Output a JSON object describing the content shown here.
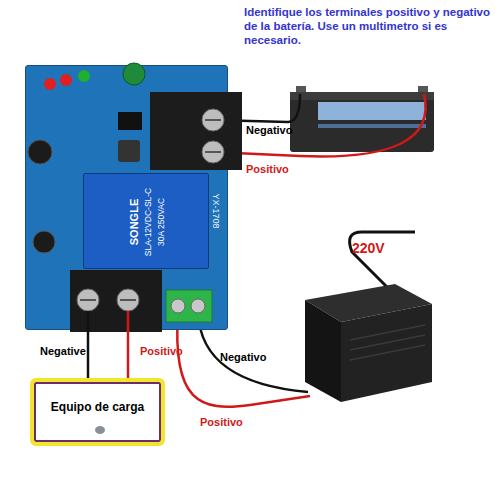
{
  "diagram": {
    "nodes": [
      {
        "text": [
          "YX-1708"
        ]
      },
      {
        "text": [
          "SONGLE",
          "SLA-12VDC-SL-C",
          "30A 250VAC"
        ],
        "in": 0
      },
      {
        "text": [
          "Equipo de carga"
        ]
      }
    ],
    "edges": [
      {
        "from": 0,
        "to": 2,
        "arrow": "none",
        "label": "Negative"
      },
      {
        "from": 0,
        "to": 2,
        "arrow": "none",
        "label": "Positivo"
      }
    ],
    "labels": [
      "Identifique los terminales positivo y negativo de la batería. Use un multimetro si es necesario.",
      "Negativo",
      "Positivo",
      "220V",
      "Negativo",
      "Positivo"
    ]
  }
}
